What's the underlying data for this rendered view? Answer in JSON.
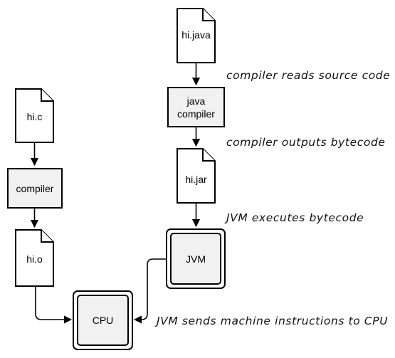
{
  "nodes": {
    "hi_java": "hi.java",
    "java_compiler_line1": "java",
    "java_compiler_line2": "compiler",
    "hi_jar": "hi.jar",
    "jvm": "JVM",
    "hi_c": "hi.c",
    "compiler": "compiler",
    "hi_o": "hi.o",
    "cpu": "CPU"
  },
  "annotations": {
    "compile_step": "compiler reads source code",
    "output_step": "compiler outputs bytecode",
    "execute_step": "JVM executes bytecode",
    "machine_step": "JVM sends machine instructions to CPU"
  }
}
